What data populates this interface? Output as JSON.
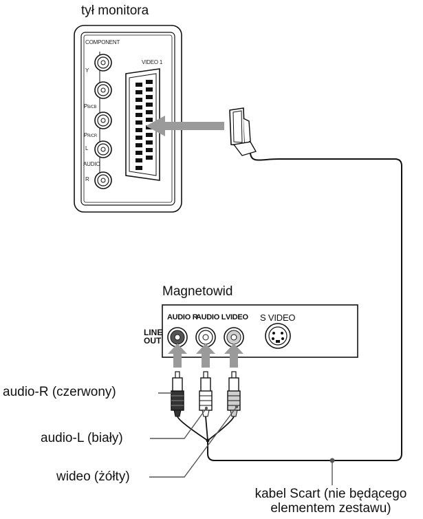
{
  "monitor": {
    "title": "tył monitora",
    "component_label": "COMPONENT",
    "video1_label": "VIDEO 1",
    "jacks": [
      {
        "label": "Y",
        "sub": ""
      },
      {
        "label": "P",
        "sub": "B/CB"
      },
      {
        "label": "P",
        "sub": "R/CR"
      },
      {
        "label": "L",
        "sub": ""
      },
      {
        "label": "R",
        "sub": ""
      }
    ],
    "audio_label": "AUDIO"
  },
  "vcr": {
    "title": "Magnetowid",
    "line_out_1": "LINE",
    "line_out_2": "OUT",
    "audio_r_label": "AUDIO R",
    "audio_l_label": "AUDIO L",
    "video_label": "VIDEO",
    "s_video_label": "S VIDEO"
  },
  "callouts": {
    "audio_r": "audio-R (czerwony)",
    "audio_l": "audio-L (biały)",
    "video": "wideo (żółty)",
    "scart_line1": "kabel Scart (nie będącego",
    "scart_line2": "elementem zestawu)"
  },
  "colors": {
    "ink": "#111111",
    "arrow": "#9a9a9a",
    "leader": "#555555"
  }
}
